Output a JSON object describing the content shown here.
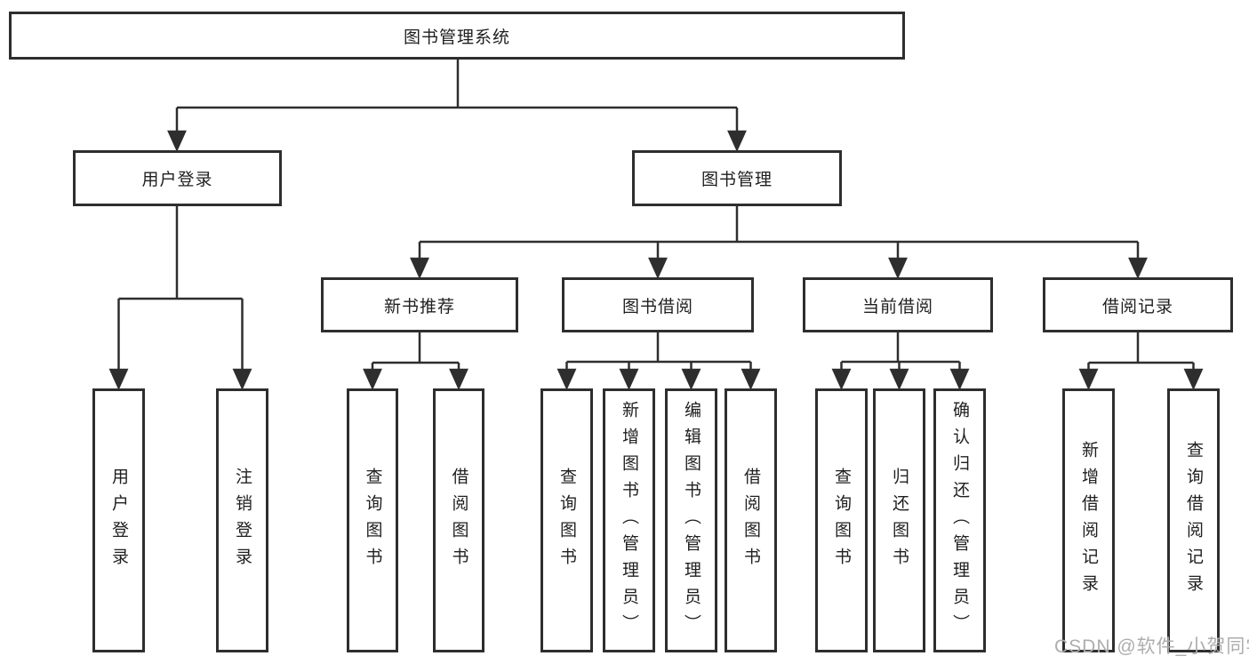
{
  "diagram_title": "图书管理系统",
  "watermark": "CSDN @软件_小贺同学",
  "colors": {
    "line": "#2e2e2e",
    "text": "#1f1f1f",
    "box_background": "#ffffff",
    "watermark_text": "#adadad",
    "page_background": "#ffffff"
  },
  "nodes": {
    "root": {
      "label": "图书管理系统"
    },
    "user_login": {
      "label": "用户登录",
      "children": [
        "用户登录",
        "注销登录"
      ]
    },
    "book_management": {
      "label": "图书管理"
    },
    "new_book_recommend": {
      "label": "新书推荐",
      "children": [
        "查询图书",
        "借阅图书"
      ]
    },
    "book_borrow": {
      "label": "图书借阅",
      "children": [
        "查询图书",
        "新增图书（管理员）",
        "编辑图书（管理员）",
        "借阅图书"
      ]
    },
    "current_borrow": {
      "label": "当前借阅",
      "children": [
        "查询图书",
        "归还图书",
        "确认归还（管理员）"
      ]
    },
    "borrow_records": {
      "label": "借阅记录",
      "children": [
        "新增借阅记录",
        "查询借阅记录"
      ]
    }
  }
}
